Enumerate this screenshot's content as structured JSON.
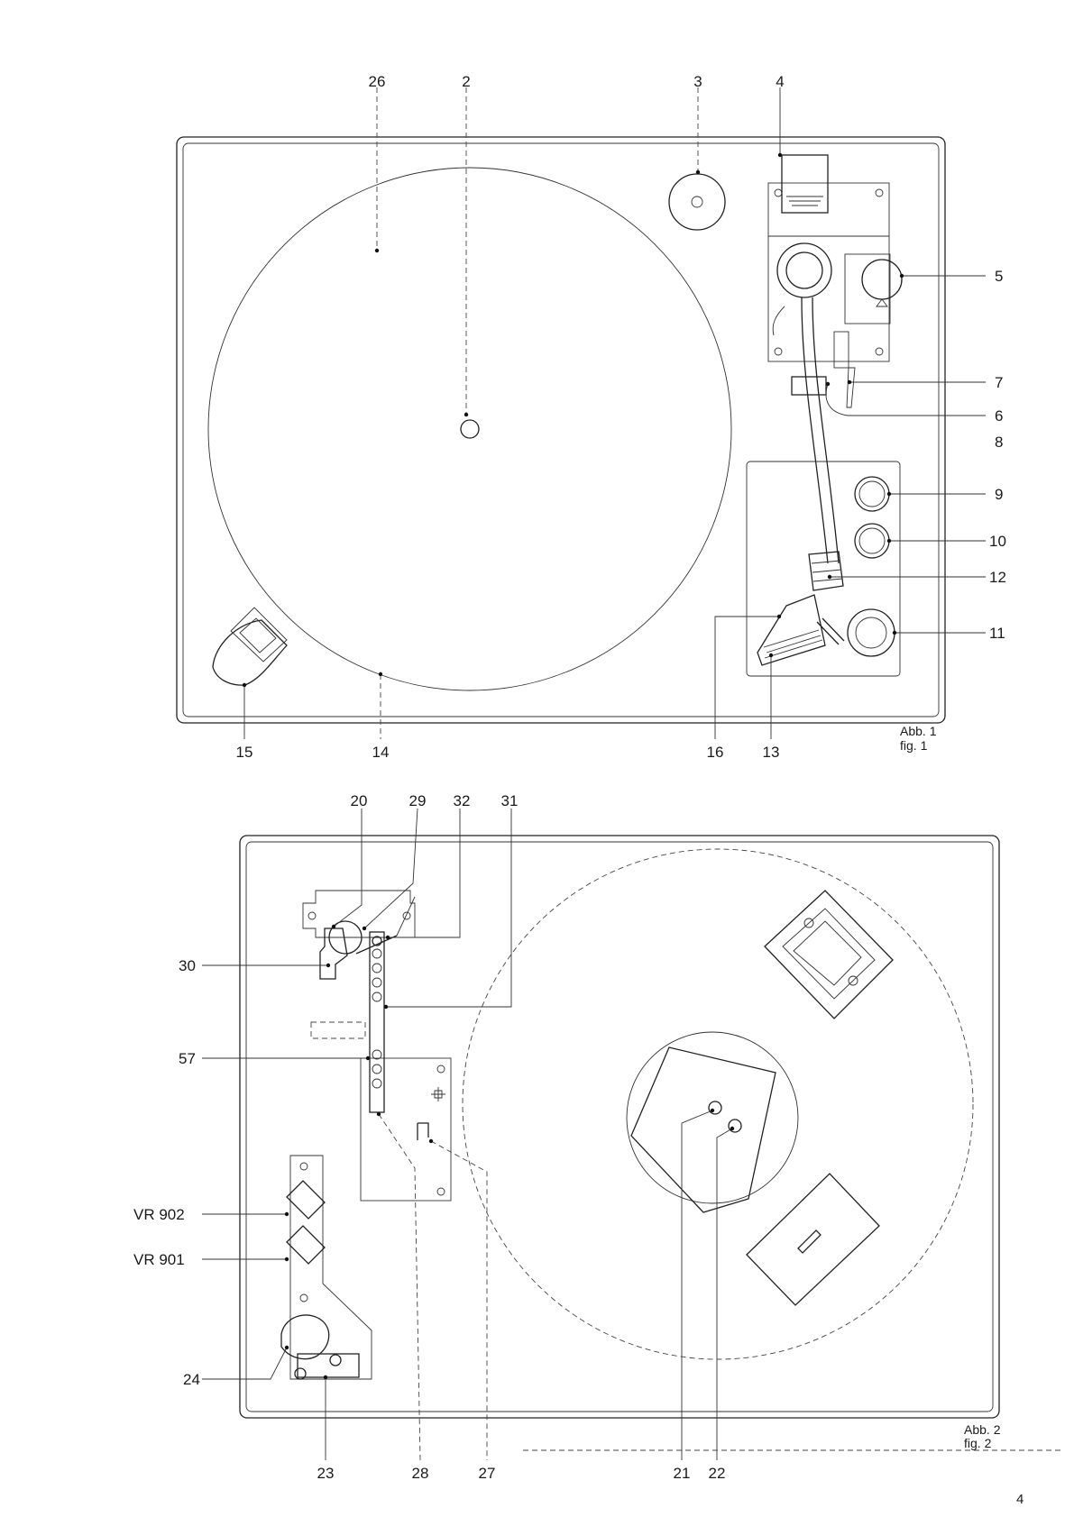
{
  "figure1": {
    "caption_de": "Abb. 1",
    "caption_en": "fig. 1",
    "callouts": {
      "c26": "26",
      "c2": "2",
      "c3": "3",
      "c4": "4",
      "c5": "5",
      "c7": "7",
      "c6": "6",
      "c8": "8",
      "c9": "9",
      "c10": "10",
      "c12": "12",
      "c11": "11",
      "c15": "15",
      "c14": "14",
      "c16": "16",
      "c13": "13"
    }
  },
  "figure2": {
    "caption_de": "Abb. 2",
    "caption_en": "fig. 2",
    "callouts": {
      "c20": "20",
      "c29": "29",
      "c32": "32",
      "c31": "31",
      "c30": "30",
      "c57": "57",
      "vr902": "VR 902",
      "vr901": "VR 901",
      "c24": "24",
      "c23": "23",
      "c28": "28",
      "c27": "27",
      "c21": "21",
      "c22": "22"
    }
  },
  "page_number": "4"
}
